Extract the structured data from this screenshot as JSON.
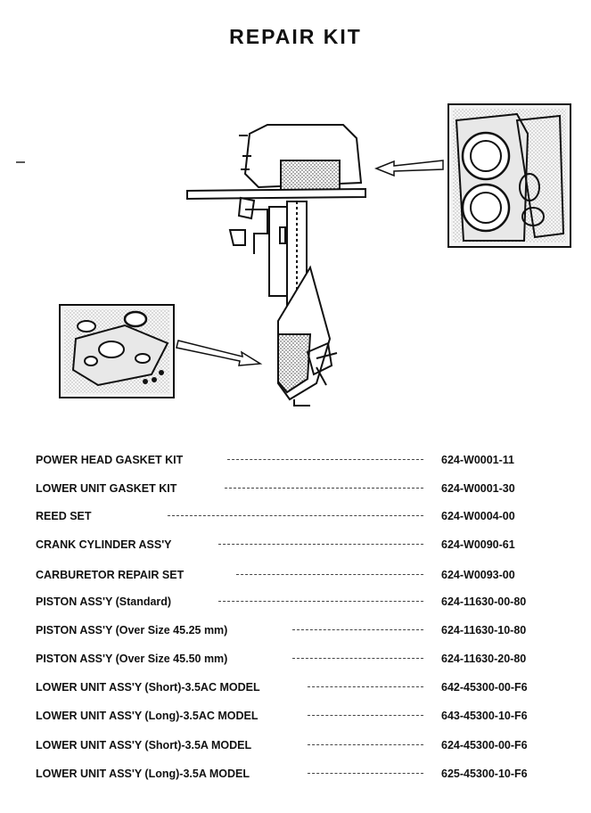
{
  "page": {
    "title": "REPAIR KIT"
  },
  "parts_list": [
    {
      "name": "POWER HEAD GASKET KIT",
      "part_no": "624-W0001-11"
    },
    {
      "name": "LOWER UNIT GASKET KIT",
      "part_no": "624-W0001-30"
    },
    {
      "name": "REED SET",
      "part_no": "624-W0004-00"
    },
    {
      "name": "CRANK CYLINDER ASS'Y",
      "part_no": "624-W0090-61"
    },
    {
      "name": "CARBURETOR REPAIR SET",
      "part_no": "624-W0093-00"
    },
    {
      "name": "PISTON ASS'Y (Standard)",
      "part_no": "624-11630-00-80"
    },
    {
      "name": "PISTON ASS'Y (Over Size 45.25 mm)",
      "part_no": "624-11630-10-80"
    },
    {
      "name": "PISTON ASS'Y (Over Size 45.50 mm)",
      "part_no": "624-11630-20-80"
    },
    {
      "name": "LOWER UNIT ASS'Y (Short)-3.5AC MODEL",
      "part_no": "642-45300-00-F6"
    },
    {
      "name": "LOWER UNIT ASS'Y (Long)-3.5AC MODEL",
      "part_no": "643-45300-10-F6"
    },
    {
      "name": "LOWER UNIT ASS'Y (Short)-3.5A MODEL",
      "part_no": "624-45300-00-F6"
    },
    {
      "name": "LOWER UNIT ASS'Y (Long)-3.5A MODEL",
      "part_no": "625-45300-10-F6"
    }
  ]
}
